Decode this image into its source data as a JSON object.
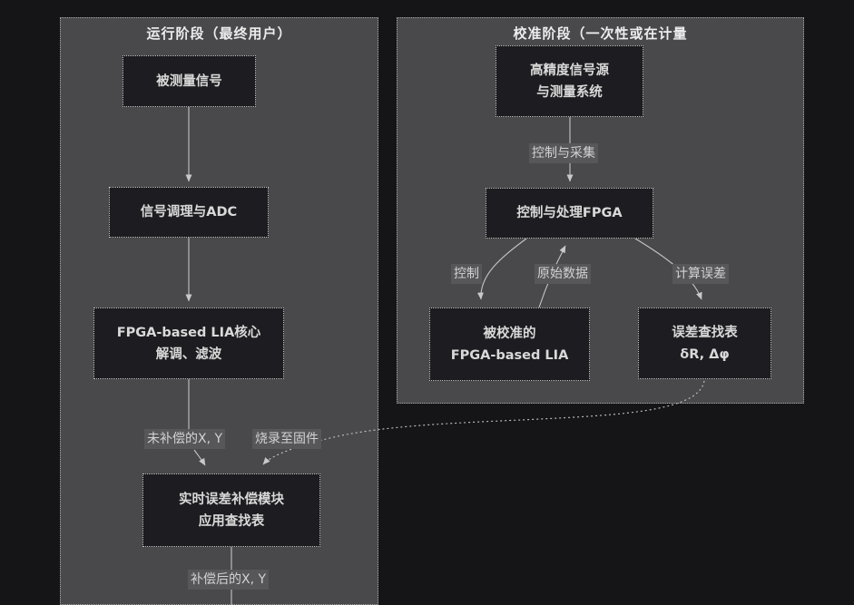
{
  "colors": {
    "page_background": "#151518",
    "panel_fill": "#49494b",
    "panel_border": "#a8a8a8",
    "node_fill": "#1d1d21",
    "node_border": "#c6c6c6",
    "node_text": "#d9d9d9",
    "edge_line": "#c4c4c4",
    "edge_label_background": "#57575a",
    "title_text": "#ededed"
  },
  "left_panel": {
    "title": "运行阶段（最终用户）",
    "nodes": {
      "measured_signal": {
        "line1": "被测量信号"
      },
      "signal_conditioning": {
        "line1": "信号调理与ADC"
      },
      "fpga_lia_core": {
        "line1": "FPGA-based LIA核心",
        "line2": "解调、滤波"
      },
      "compensation_module": {
        "line1": "实时误差补偿模块",
        "line2": "应用查找表"
      }
    },
    "edge_labels": {
      "uncompensated": "未补偿的X, Y",
      "burn_to_firmware": "烧录至固件",
      "compensated": "补偿后的X, Y"
    }
  },
  "right_panel": {
    "title": "校准阶段（一次性或在计量",
    "nodes": {
      "precision_source": {
        "line1": "高精度信号源",
        "line2": "与测量系统"
      },
      "control_fpga": {
        "line1": "控制与处理FPGA"
      },
      "calibrated_lia": {
        "line1": "被校准的",
        "line2": "FPGA-based LIA"
      },
      "error_lut": {
        "line1": "误差查找表",
        "line2": "δR, Δφ"
      }
    },
    "edge_labels": {
      "control_acquire": "控制与采集",
      "control": "控制",
      "raw_data": "原始数据",
      "compute_error": "计算误差"
    }
  }
}
